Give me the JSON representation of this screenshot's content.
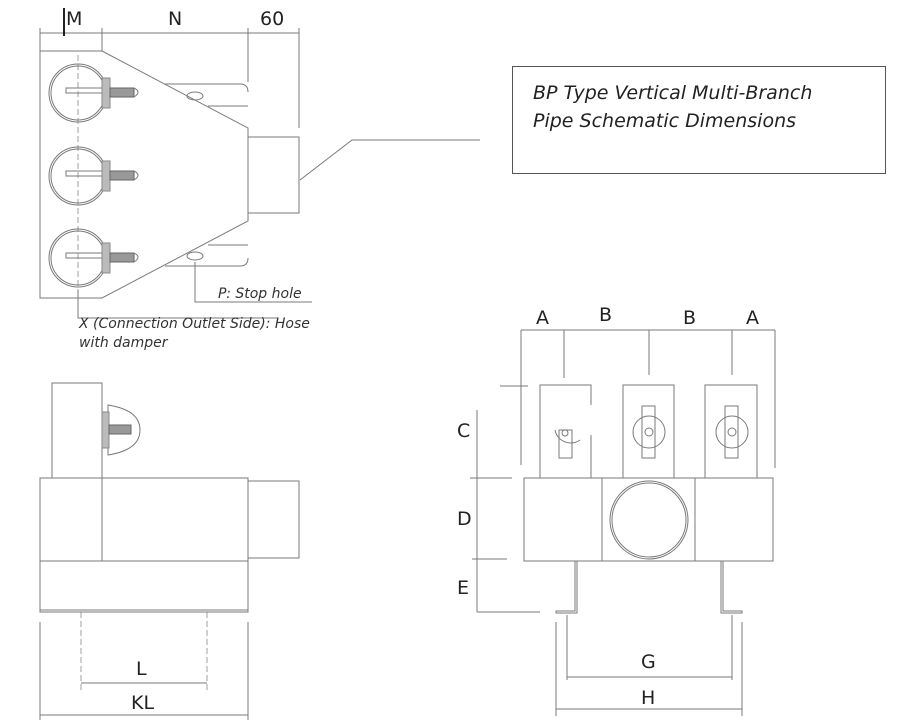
{
  "title": {
    "line1": "BP Type Vertical Multi-Branch",
    "line2": "Pipe Schematic Dimensions"
  },
  "top_view": {
    "dims": {
      "m": "M",
      "n": "N",
      "sixty": "60"
    },
    "notes": {
      "stop_hole": "P: Stop hole",
      "outlet_line1": "X (Connection Outlet Side): Hose",
      "outlet_line2": "with damper"
    }
  },
  "side_view": {
    "dims": {
      "l": "L",
      "kl": "KL"
    }
  },
  "front_view": {
    "dims": {
      "a1": "A",
      "b1": "B",
      "b2": "B",
      "a2": "A",
      "c": "C",
      "d": "D",
      "e": "E",
      "g": "G",
      "h": "H"
    }
  }
}
